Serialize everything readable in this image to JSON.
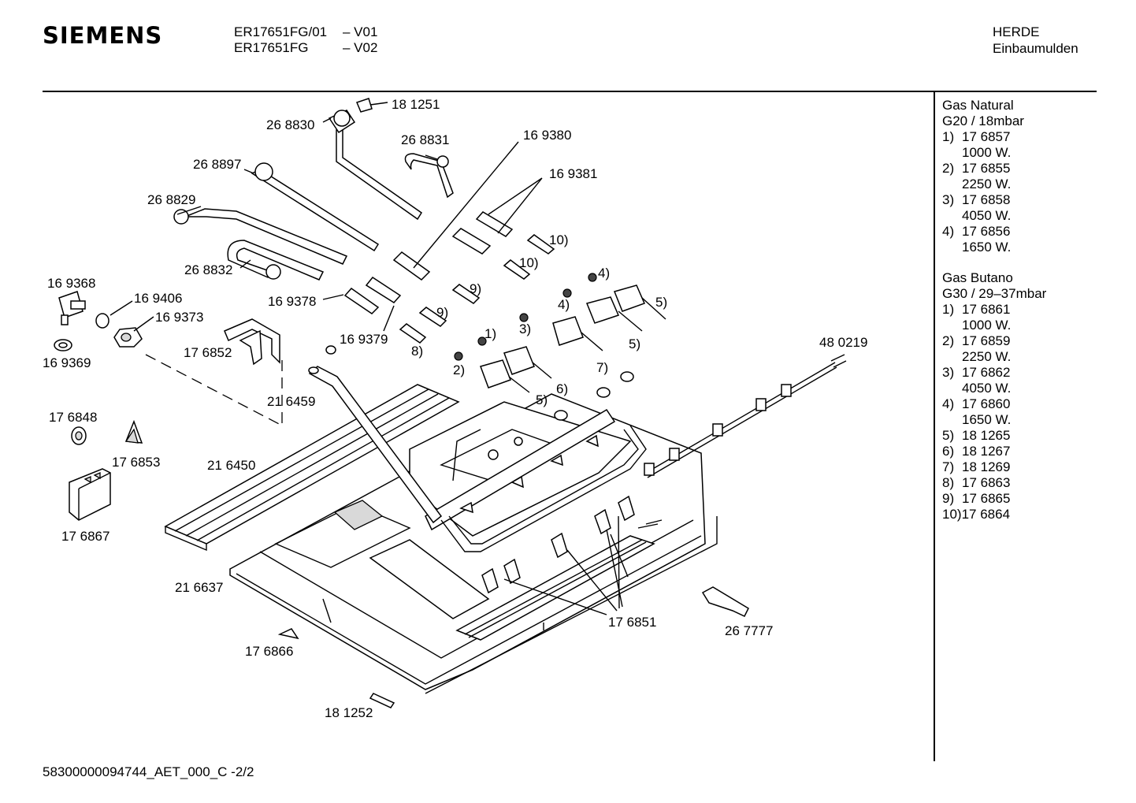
{
  "header": {
    "brand": "SIEMENS",
    "models": [
      {
        "code": "ER17651FG/01",
        "version": "– V01"
      },
      {
        "code": "ER17651FG",
        "version": "– V02"
      }
    ],
    "category_line1": "HERDE",
    "category_line2": "Einbaumulden"
  },
  "legend": {
    "natural": {
      "title": "Gas Natural",
      "spec": "G20 / 18mbar",
      "items": [
        {
          "num": "1)",
          "code": "17 6857",
          "power": "1000 W."
        },
        {
          "num": "2)",
          "code": "17 6855",
          "power": "2250 W."
        },
        {
          "num": "3)",
          "code": "17 6858",
          "power": "4050 W."
        },
        {
          "num": "4)",
          "code": "17 6856",
          "power": "1650 W."
        }
      ]
    },
    "butano": {
      "title": "Gas Butano",
      "spec": "G30 / 29–37mbar",
      "items": [
        {
          "num": "1)",
          "code": "17 6861",
          "power": "1000 W."
        },
        {
          "num": "2)",
          "code": "17 6859",
          "power": "2250 W."
        },
        {
          "num": "3)",
          "code": "17 6862",
          "power": "4050 W."
        },
        {
          "num": "4)",
          "code": "17 6860",
          "power": "1650 W."
        },
        {
          "num": "5)",
          "code": "18 1265",
          "power": ""
        },
        {
          "num": "6)",
          "code": "18 1267",
          "power": ""
        },
        {
          "num": "7)",
          "code": "18 1269",
          "power": ""
        },
        {
          "num": "8)",
          "code": "17 6863",
          "power": ""
        },
        {
          "num": "9)",
          "code": "17 6865",
          "power": ""
        },
        {
          "num": "10)",
          "code": "17 6864",
          "power": ""
        }
      ]
    }
  },
  "parts": {
    "p181251": "18 1251",
    "p268830": "26 8830",
    "p268831": "26 8831",
    "p169380": "16 9380",
    "p268897": "26 8897",
    "p169381": "16 9381",
    "p268829": "26 8829",
    "p268832": "26 8832",
    "p169368": "16 9368",
    "p169406": "16 9406",
    "p169373": "16 9373",
    "p169378": "16 9378",
    "p169379": "16 9379",
    "p169369": "16 9369",
    "p176852": "17 6852",
    "p480219": "48 0219",
    "p216459": "21 6459",
    "p176848": "17 6848",
    "p176853": "17 6853",
    "p216450": "21 6450",
    "p176867": "17 6867",
    "p216637": "21 6637",
    "p176851": "17 6851",
    "p267777": "26 7777",
    "p176866": "17 6866",
    "p181252": "18 1252"
  },
  "callouts": {
    "c10a": "10)",
    "c10b": "10)",
    "c4a": "4)",
    "c4b": "4)",
    "c9a": "9)",
    "c9b": "9)",
    "c5a": "5)",
    "c5b": "5)",
    "c5c": "5)",
    "c3": "3)",
    "c1": "1)",
    "c8": "8)",
    "c2": "2)",
    "c7": "7)",
    "c6": "6)"
  },
  "footer": "58300000094744_AET_000_C  -2/2"
}
